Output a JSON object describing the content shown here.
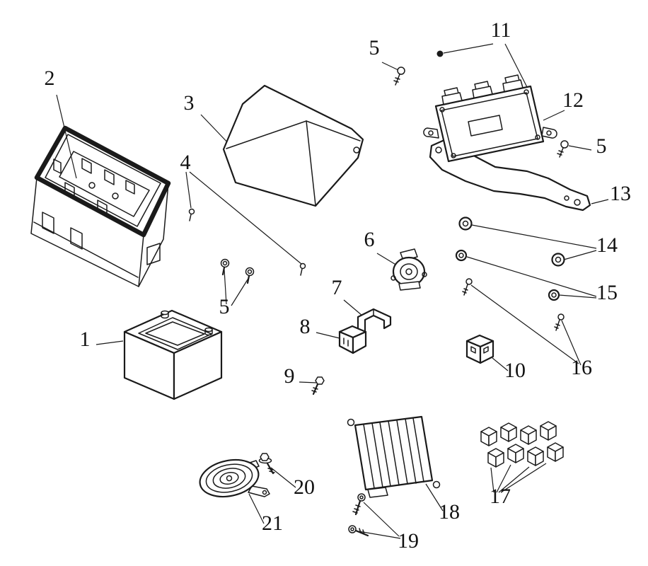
{
  "diagram": {
    "background_color": "#ffffff",
    "line_color": "#1a1a1a",
    "callouts": [
      {
        "label": "2"
      },
      {
        "label": "3"
      },
      {
        "label": "5"
      },
      {
        "label": "11"
      },
      {
        "label": "12"
      },
      {
        "label": "5"
      },
      {
        "label": "13"
      },
      {
        "label": "4"
      },
      {
        "label": "14"
      },
      {
        "label": "15"
      },
      {
        "label": "6"
      },
      {
        "label": "5"
      },
      {
        "label": "7"
      },
      {
        "label": "8"
      },
      {
        "label": "16"
      },
      {
        "label": "10"
      },
      {
        "label": "9"
      },
      {
        "label": "1"
      },
      {
        "label": "17"
      },
      {
        "label": "18"
      },
      {
        "label": "19"
      },
      {
        "label": "20"
      },
      {
        "label": "21"
      }
    ]
  }
}
